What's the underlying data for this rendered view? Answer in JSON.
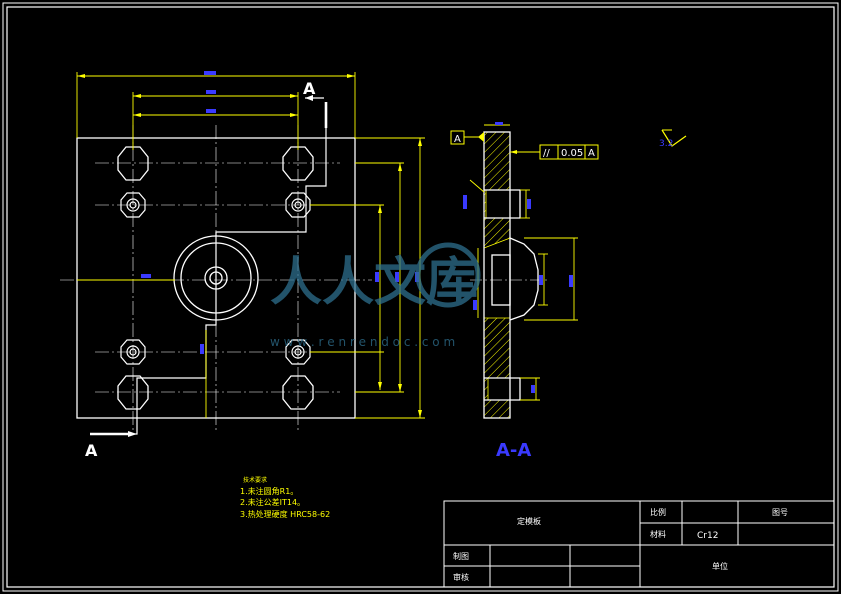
{
  "section": {
    "view_label": "A",
    "section_title": "A-A",
    "datum": "A"
  },
  "tolerance": {
    "symbol": "//",
    "value": "0.05",
    "datum": "A"
  },
  "roughness_mark": "3.2",
  "notes": {
    "heading": "技术要求",
    "lines": [
      "1.未注圆角R1。",
      "2.未注公差IT14。",
      "3.热处理硬度 HRC58-62"
    ]
  },
  "title_block": {
    "part_name": "定模板",
    "scale_label": "比例",
    "drawing_no_label": "图号",
    "material_label": "材料",
    "material_value": "Cr12",
    "drawn_label": "制图",
    "checked_label": "审核",
    "unit_label": "单位"
  },
  "watermark": {
    "brand": "人人文库",
    "url": "w w w . r e n r e n d o c . c o m"
  },
  "colors": {
    "background": "#000000",
    "outline": "#ffffff",
    "dimension": "#ffff00",
    "text_blue": "#3a3aff",
    "watermark": "#2e6f8e"
  }
}
